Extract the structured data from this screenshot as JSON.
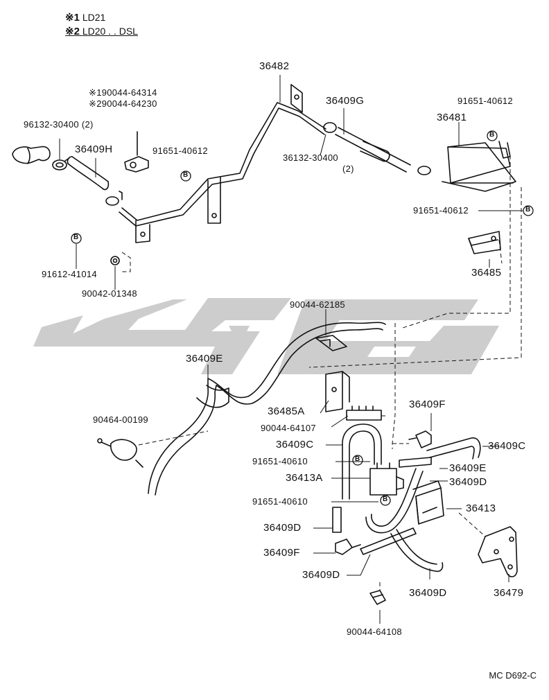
{
  "legend": [
    {
      "mark": "※1",
      "text": "LD21"
    },
    {
      "mark": "※2",
      "text": "LD20 . . DSL"
    }
  ],
  "parts": {
    "p36482": "36482",
    "p36409G": "36409G",
    "p91651_40612_top": "91651-40612",
    "p36481": "36481",
    "p190044": "※190044-64314",
    "p290044": "※290044-64230",
    "p96132": "96132-30400 (2)",
    "p36409H": "36409H",
    "p91651_40612_mid": "91651-40612",
    "p36132": "36132-30400",
    "p36132_qty": "(2)",
    "p91651_40612_right": "91651-40612",
    "p91612": "91612-41014",
    "p90042": "90042-01348",
    "p36485": "36485",
    "p90044_62185": "90044-62185",
    "p36409E_left": "36409E",
    "p36485A": "36485A",
    "p90464": "90464-00199",
    "p90044_64107": "90044-64107",
    "p36409F_top": "36409F",
    "p36409C_left": "36409C",
    "p36409C_right": "36409C",
    "p91651_40610_a": "91651-40610",
    "p36409E_right": "36409E",
    "p36413A": "36413A",
    "p36409D_right": "36409D",
    "p91651_40610_b": "91651-40610",
    "p36413": "36413",
    "p36409D_left": "36409D",
    "p36409F_bottom": "36409F",
    "p36409D_mid": "36409D",
    "p36409D_bottom": "36409D",
    "p36479": "36479",
    "p90044_64108": "90044-64108"
  },
  "bolt_marker": "B",
  "watermark_colors": {
    "logo_fill": "#c8c8c8"
  },
  "catalog_code": "MC D692-C"
}
